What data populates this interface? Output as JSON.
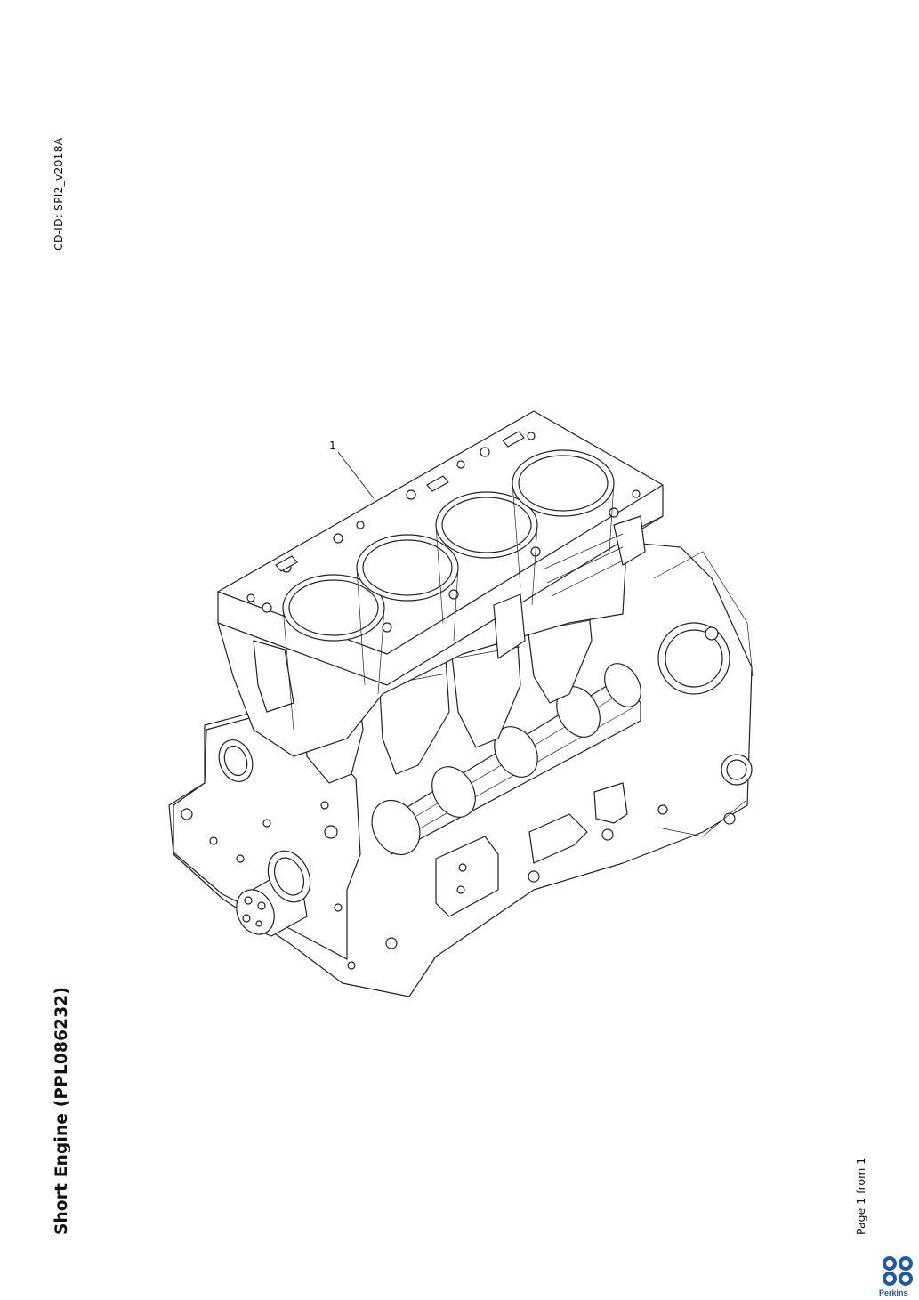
{
  "document": {
    "cd_id": "CD-ID: SPI2_v2018A",
    "title": "Short Engine (PPL086232)",
    "page": "Page 1 from 1"
  },
  "drawing": {
    "callouts": [
      {
        "label": "1"
      }
    ]
  },
  "logo": {
    "brand": "Perkins",
    "color": "#1f5aa8"
  }
}
